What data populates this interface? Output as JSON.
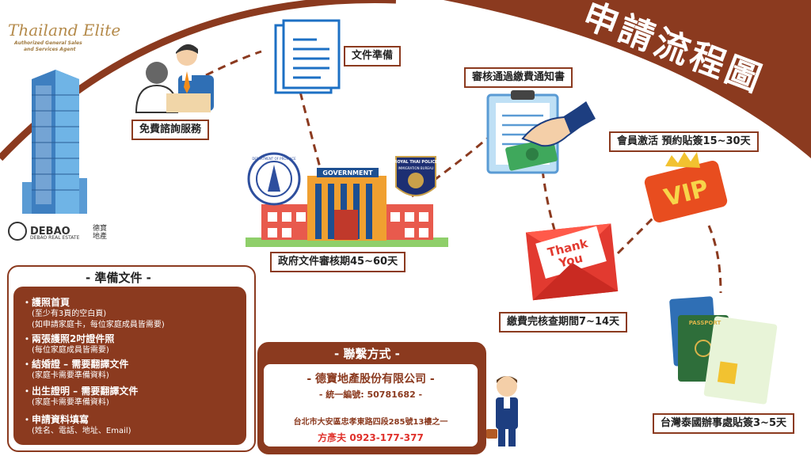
{
  "title": "申請流程圖",
  "logo": {
    "brand": "Thailand Elite",
    "tagline1": "Authorized General Sales",
    "tagline2": "and Services Agent"
  },
  "agency": {
    "name": "DEBAO",
    "name_en": "DEBAO REAL ESTATE",
    "name_zh": "德寶地產"
  },
  "steps": {
    "consult": "免費諮詢服務",
    "documents": "文件準備",
    "gov_review": "政府文件審核期45~60天",
    "approval_notice": "審核通過繳費通知書",
    "payment_check": "繳費完核查期間7~14天",
    "activation": "會員激活 預約貼簽15~30天",
    "visa": "台灣泰國辦事處貼簽3~5天"
  },
  "graphics": {
    "government": "GOVERNMENT",
    "police_top": "ROYAL THAI POLICE",
    "police_sub": "IMMIGRATION BUREAU",
    "thank_you_1": "Thank",
    "thank_you_2": "You",
    "vip": "VIP",
    "passport": "PASSPORT",
    "seal_text": "DEPARTMENT OF PROVINCE"
  },
  "prep": {
    "title": "- 準備文件 -",
    "items": [
      {
        "main": "・護照首頁",
        "subs": [
          "(至少有3頁的空白頁)",
          "(如申請家庭卡，每位家庭成員皆需要)"
        ]
      },
      {
        "main": "・兩張護照2吋證件照",
        "subs": [
          "(每位家庭成員皆需要)"
        ]
      },
      {
        "main": "・結婚證 – 需要翻譯文件",
        "subs": [
          "(家庭卡需要準備資料)"
        ]
      },
      {
        "main": "・出生證明 – 需要翻譯文件",
        "subs": [
          "(家庭卡需要準備資料)"
        ]
      },
      {
        "main": "・申請資料填寫",
        "subs": [
          "(姓名、電話、地址、Email)"
        ]
      }
    ]
  },
  "contact": {
    "title": "- 聯繫方式 -",
    "company": "- 德寶地產股份有限公司 -",
    "tax_id": "- 統一編號: 50781682 -",
    "address": "台北市大安區忠孝東路四段285號13樓之一",
    "person": "方彥夫 0923-177-377"
  },
  "colors": {
    "brand_brown": "#8b3a1f",
    "gold": "#b48a4a",
    "red": "#e0312b",
    "gov_blue": "#1d4f91"
  }
}
